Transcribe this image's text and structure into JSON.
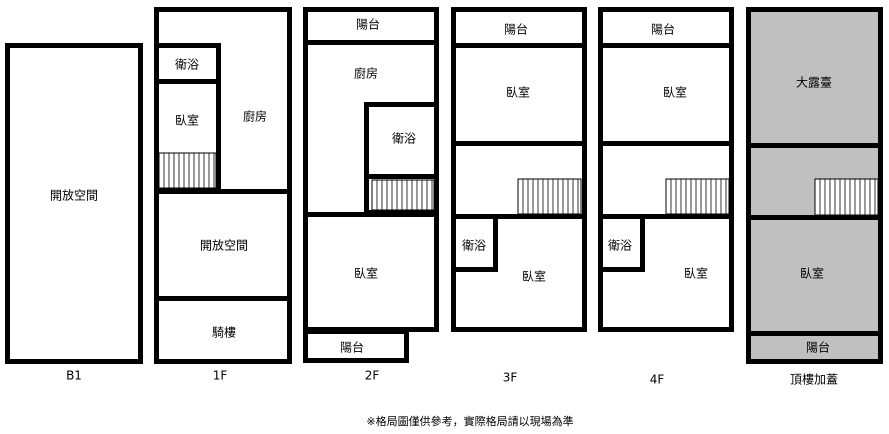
{
  "floors": {
    "b1": {
      "label": "B1",
      "rooms": {
        "open_space": "開放空間"
      }
    },
    "f1": {
      "label": "1F",
      "rooms": {
        "bathroom": "衛浴",
        "bedroom": "臥室",
        "kitchen": "廚房",
        "open_space": "開放空間",
        "arcade": "騎樓"
      }
    },
    "f2": {
      "label": "2F",
      "rooms": {
        "balcony_top": "陽台",
        "kitchen": "廚房",
        "bathroom": "衛浴",
        "bedroom": "臥室",
        "balcony_bottom": "陽台"
      }
    },
    "f3": {
      "label": "3F",
      "rooms": {
        "balcony": "陽台",
        "bedroom_top": "臥室",
        "bathroom": "衛浴",
        "bedroom_bottom": "臥室"
      }
    },
    "f4": {
      "label": "4F",
      "rooms": {
        "balcony": "陽台",
        "bedroom_top": "臥室",
        "bathroom": "衛浴",
        "bedroom_bottom": "臥室"
      }
    },
    "roof": {
      "label": "頂樓加蓋",
      "rooms": {
        "terrace": "大露臺",
        "bedroom": "臥室",
        "balcony": "陽台"
      }
    }
  },
  "colors": {
    "wall": "#000000",
    "roof_fill": "#c0c0c0",
    "background": "#ffffff"
  },
  "note": "※格局圖僅供參考，實際格局請以現場為準"
}
